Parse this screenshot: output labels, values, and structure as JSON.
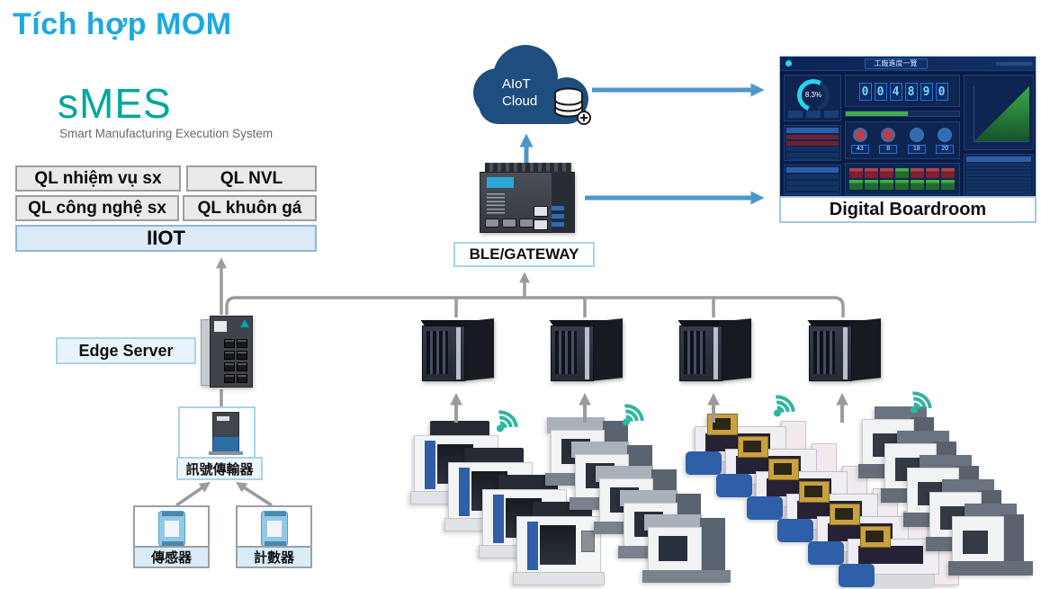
{
  "title": "Tích hợp MOM",
  "smes": {
    "name": "sMES",
    "subtitle": "Smart Manufacturing Execution System"
  },
  "modules": {
    "m1": "QL nhiệm vụ sx",
    "m2": "QL NVL",
    "m3": "QL công nghệ sx",
    "m4": "QL khuôn gá",
    "iiot": "IIOT"
  },
  "cloud": {
    "line1": "AIoT",
    "line2": "Cloud"
  },
  "gateway_label": "BLE/GATEWAY",
  "edge_server_label": "Edge Server",
  "boardroom_label": "Digital Boardroom",
  "transmitter_label": "訊號傳輸器",
  "sensor_label": "傳感器",
  "counter_label": "計數器",
  "dashboard": {
    "title": "工廠進度一覽",
    "gauge_value": "8.3%",
    "counter_digits": [
      "0",
      "0",
      "4",
      "8",
      "9",
      "0"
    ],
    "kpi_values": [
      "43",
      "8",
      "18",
      "20"
    ],
    "kpi_colors": [
      "#b5414b",
      "#b5414b",
      "#2e6db4",
      "#2e6db4"
    ],
    "status_tiles": [
      [
        "r",
        "r",
        "r",
        "g",
        "r",
        "r",
        "r"
      ],
      [
        "g",
        "g",
        "g",
        "g",
        "g",
        "g",
        "g"
      ]
    ]
  },
  "machine_clusters": [
    {
      "id": 1,
      "count": 4,
      "type": "mA"
    },
    {
      "id": 2,
      "count": 5,
      "type": "mB"
    },
    {
      "id": 3,
      "count": 6,
      "type": "mC"
    },
    {
      "id": 4,
      "count": 5,
      "type": "mD"
    }
  ],
  "colors": {
    "accent": "#1ba9e1",
    "teal": "#00a79d",
    "arrow": "#4e96c8",
    "gray": "#9b9b9b",
    "wifi": "#2fb5a3",
    "cloud": "#1e4e7d",
    "iiot_fill": "#dceaf6",
    "label_fill": "#e8f4fb",
    "label_border": "#a9d3ea"
  }
}
